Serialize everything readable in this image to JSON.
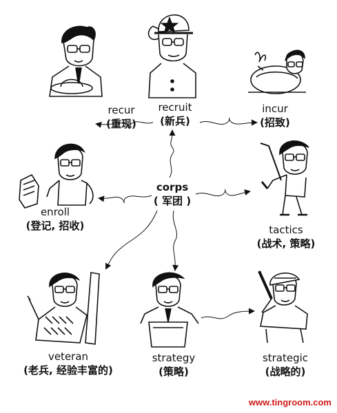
{
  "center": {
    "en": "corps",
    "cn": "( 军团 )"
  },
  "words": {
    "recur": {
      "en": "recur",
      "cn": "(重现)"
    },
    "recruit": {
      "en": "recruit",
      "cn": "(新兵)"
    },
    "incur": {
      "en": "incur",
      "cn": "(招致)"
    },
    "enroll": {
      "en": "enroll",
      "cn": "(登记, 招收)"
    },
    "tactics": {
      "en": "tactics",
      "cn": "(战术, 策略)"
    },
    "veteran": {
      "en": "veteran",
      "cn": "(老兵, 经验丰富的)"
    },
    "strategy": {
      "en": "strategy",
      "cn": "(策略)"
    },
    "strategic": {
      "en": "strategic",
      "cn": "(战略的)"
    }
  },
  "watermark": "www.tingroom.com",
  "colors": {
    "ink": "#111111",
    "watermark": "#d01818"
  }
}
